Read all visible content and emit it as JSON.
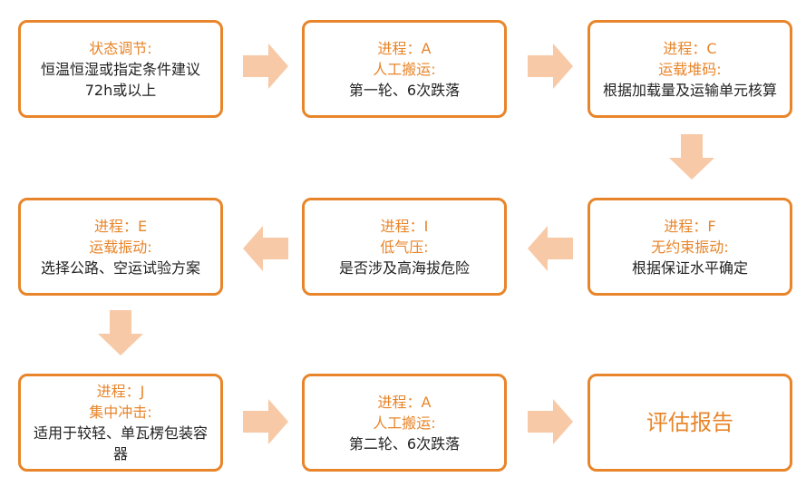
{
  "colors": {
    "border": "#e8852a",
    "heading": "#e8852a",
    "text": "#222222",
    "arrow": "#f8c9a6"
  },
  "boxes": {
    "state": {
      "line1": "状态调节:",
      "line2": "恒温恒湿或指定条件建议",
      "line3": "72h或以上"
    },
    "handling1": {
      "line1": "进程：A",
      "line2": "人工搬运:",
      "line3": "第一轮、6次跌落"
    },
    "stacking": {
      "line1": "进程：C",
      "line2": "运载堆码:",
      "line3": "根据加载量及运输单元核算"
    },
    "vibration_e": {
      "line1": "进程：E",
      "line2": "运载振动:",
      "line3": "选择公路、空运试验方案"
    },
    "low_pressure": {
      "line1": "进程：I",
      "line2": "低气压:",
      "line3": "是否涉及高海拔危险"
    },
    "unrestrained": {
      "line1": "进程：F",
      "line2": "无约束振动:",
      "line3": "根据保证水平确定"
    },
    "impact": {
      "line1": "进程：J",
      "line2": "集中冲击:",
      "line3": "适用于较轻、单瓦楞包装容器"
    },
    "handling2": {
      "line1": "进程：A",
      "line2": "人工搬运:",
      "line3": "第二轮、6次跌落"
    },
    "report": {
      "line1": "评估报告"
    }
  }
}
